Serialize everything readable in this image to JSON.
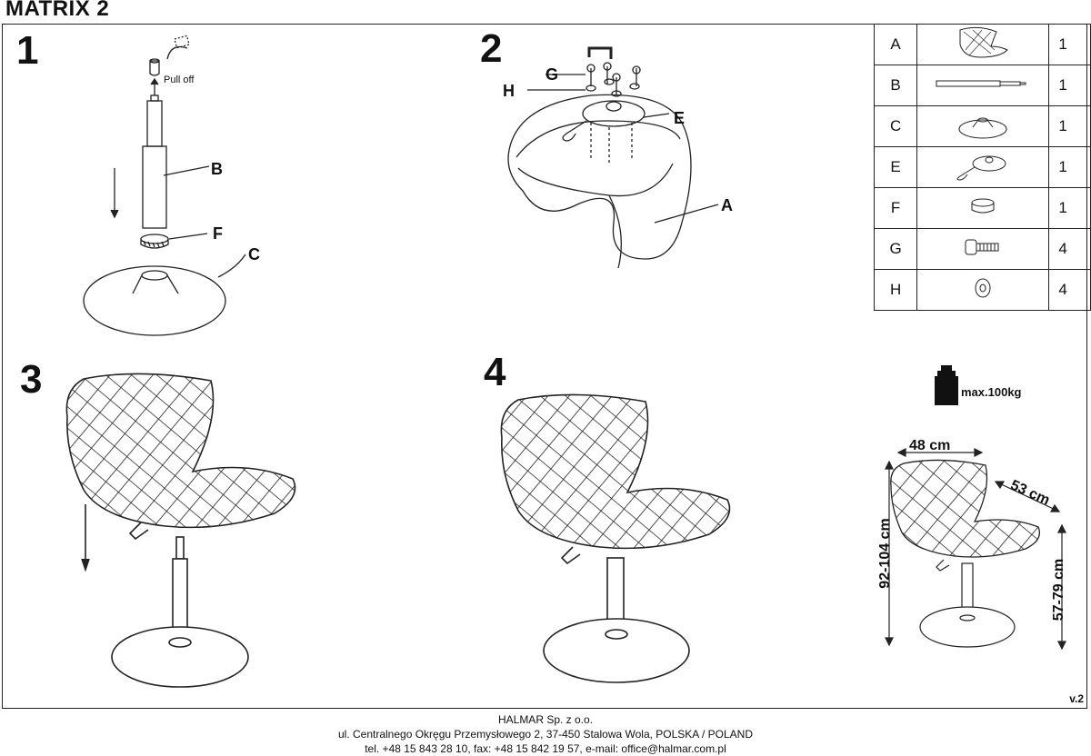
{
  "title": "MATRIX 2",
  "steps": {
    "s1": "1",
    "s2": "2",
    "s3": "3",
    "s4": "4"
  },
  "step1": {
    "pull_off": "Pull off",
    "label_b": "B",
    "label_f": "F",
    "label_c": "C"
  },
  "step2": {
    "label_g": "G",
    "label_h": "H",
    "label_e": "E",
    "label_a": "A"
  },
  "parts": [
    {
      "letter": "A",
      "icon": "seat-shell-icon",
      "qty": "1"
    },
    {
      "letter": "B",
      "icon": "gas-lift-icon",
      "qty": "1"
    },
    {
      "letter": "C",
      "icon": "base-plate-icon",
      "qty": "1"
    },
    {
      "letter": "E",
      "icon": "mechanism-plate-icon",
      "qty": "1"
    },
    {
      "letter": "F",
      "icon": "ring-cover-icon",
      "qty": "1"
    },
    {
      "letter": "G",
      "icon": "bolt-icon",
      "qty": "4"
    },
    {
      "letter": "H",
      "icon": "washer-icon",
      "qty": "4"
    }
  ],
  "weight": {
    "max_label": "max.",
    "value": "100kg"
  },
  "dimensions": {
    "width": "48 cm",
    "depth": "53 cm",
    "total_height": "92-104 cm",
    "seat_height": "57-79 cm"
  },
  "version": "v.2",
  "footer": {
    "line1": "HALMAR Sp. z o.o.",
    "line2": "ul. Centralnego Okręgu Przemysłowego 2, 37-450 Stalowa Wola, POLSKA / POLAND",
    "line3": "tel. +48 15 843 28 10, fax: +48 15 842 19 57, e-mail: office@halmar.com.pl"
  }
}
